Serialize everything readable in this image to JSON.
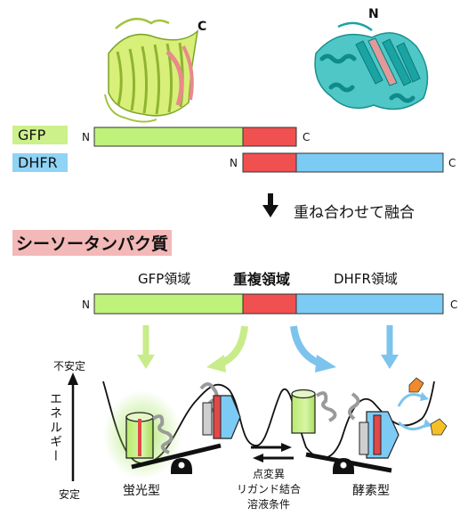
{
  "structures": {
    "gfp_terminal": "C",
    "dhfr_terminal": "N"
  },
  "gfp_row": {
    "name": "GFP",
    "n_label": "N",
    "c_label": "C",
    "colors": {
      "tag": "#ccf08a",
      "body": "#bff27a",
      "overlap": "#f05050"
    }
  },
  "dhfr_row": {
    "name": "DHFR",
    "n_label": "N",
    "c_label": "C",
    "colors": {
      "tag": "#8fd3f5",
      "body": "#7ccbf5",
      "overlap": "#f05050"
    }
  },
  "fusion_step": {
    "arrow_icon": "down-arrow-icon",
    "label": "重ね合わせて融合"
  },
  "seesaw_title": {
    "text": "シーソータンパク質",
    "bg_color": "#f3b8b8"
  },
  "fusion_bar": {
    "region_gfp": "GFP領域",
    "region_overlap": "重複領域",
    "region_dhfr": "DHFR領域",
    "n_label": "N",
    "c_label": "C"
  },
  "energy_axis": {
    "top_label": "不安定",
    "axis_label": "エネルギー",
    "bottom_label": "安定"
  },
  "states": {
    "fluorescent": "蛍光型",
    "enzyme": "酵素型"
  },
  "switch_conditions": [
    "点変異",
    "リガンド結合",
    "溶液条件"
  ],
  "palette": {
    "green_arrow": "#c8ec8a",
    "blue_arrow": "#7cc4ee",
    "orange_ligand": "#f08a2a",
    "yellow_ligand": "#f5c027"
  }
}
